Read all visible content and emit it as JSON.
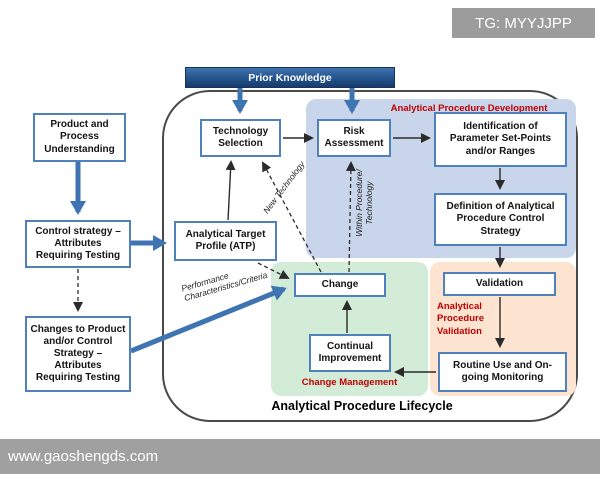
{
  "watermark": {
    "tg_label": "TG: MYYJJPP",
    "site_label": "www.gaoshengds.com"
  },
  "diagram": {
    "banner": "Prior Knowledge",
    "title": "Analytical Procedure Lifecycle",
    "boxes": {
      "product_process": "Product and Process Understanding",
      "control_strategy": "Control strategy – Attributes Requiring Testing",
      "changes": "Changes to Product and/or Control Strategy – Attributes Requiring Testing",
      "technology_selection": "Technology Selection",
      "atp": "Analytical Target Profile (ATP)",
      "risk_assessment": "Risk Assessment",
      "identification": "Identification of Parameter Set-Points and/or Ranges",
      "definition": "Definition of Analytical Procedure Control Strategy",
      "validation": "Validation",
      "routine_use": "Routine Use and On-going Monitoring",
      "change": "Change",
      "continual_improvement": "Continual Improvement"
    },
    "regions": {
      "development": "Analytical Procedure Development",
      "validation": "Analytical Procedure Validation",
      "change_management": "Change Management"
    },
    "arrow_labels": {
      "new_technology": "New Technology",
      "within_procedure": "Within Procedure/ Technology",
      "performance": "Performance Characteristics/Criteria"
    },
    "colors": {
      "box_border": "#4f81bd",
      "thick_arrow": "#3f74b3",
      "banner_bg": "#24528c",
      "region_development": "#c8d5ea",
      "region_change_management": "#d3ecd8",
      "region_validation": "#fce4d0",
      "red_label": "#c00000",
      "watermark_grey": "#a0a0a0"
    }
  }
}
